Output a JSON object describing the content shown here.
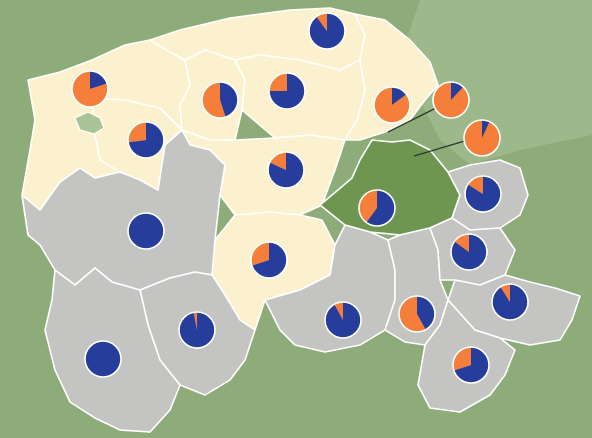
{
  "colors": {
    "background": "#8dac7a",
    "sea": "#9db88a",
    "category_light": "#fbf1cf",
    "category_grey": "#c4c4c2",
    "category_dark": "#6e9650",
    "inner_lake": "#a9c296",
    "pie_blue": "#263d9b",
    "pie_orange": "#f47e3a"
  },
  "chart_data": {
    "type": "pie-map",
    "pies": [
      {
        "id": "north-coast",
        "orange_share": 0.1,
        "blue_share": 0.9
      },
      {
        "id": "north-west",
        "orange_share": 0.8,
        "blue_share": 0.2
      },
      {
        "id": "center-north",
        "orange_share": 0.55,
        "blue_share": 0.45
      },
      {
        "id": "north-central",
        "orange_share": 0.25,
        "blue_share": 0.75
      },
      {
        "id": "west-central",
        "orange_share": 0.27,
        "blue_share": 0.73
      },
      {
        "id": "bay-west",
        "orange_share": 0.85,
        "blue_share": 0.15
      },
      {
        "id": "bay-east",
        "orange_share": 0.88,
        "blue_share": 0.12
      },
      {
        "id": "bay-south",
        "orange_share": 0.93,
        "blue_share": 0.07
      },
      {
        "id": "center",
        "orange_share": 0.18,
        "blue_share": 0.82
      },
      {
        "id": "south-central",
        "orange_share": 0.3,
        "blue_share": 0.7
      },
      {
        "id": "dark-district",
        "orange_share": 0.4,
        "blue_share": 0.6
      },
      {
        "id": "east-upper",
        "orange_share": 0.16,
        "blue_share": 0.84
      },
      {
        "id": "west-grey",
        "orange_share": 0.0,
        "blue_share": 1.0
      },
      {
        "id": "east-middle",
        "orange_share": 0.15,
        "blue_share": 0.85
      },
      {
        "id": "south-west-1",
        "orange_share": 0.03,
        "blue_share": 0.97
      },
      {
        "id": "south-center",
        "orange_share": 0.08,
        "blue_share": 0.92
      },
      {
        "id": "south-east-1",
        "orange_share": 0.58,
        "blue_share": 0.42
      },
      {
        "id": "east-lower",
        "orange_share": 0.09,
        "blue_share": 0.91
      },
      {
        "id": "south-west-2",
        "orange_share": 0.0,
        "blue_share": 1.0
      },
      {
        "id": "south-east-2",
        "orange_share": 0.3,
        "blue_share": 0.7
      }
    ]
  }
}
